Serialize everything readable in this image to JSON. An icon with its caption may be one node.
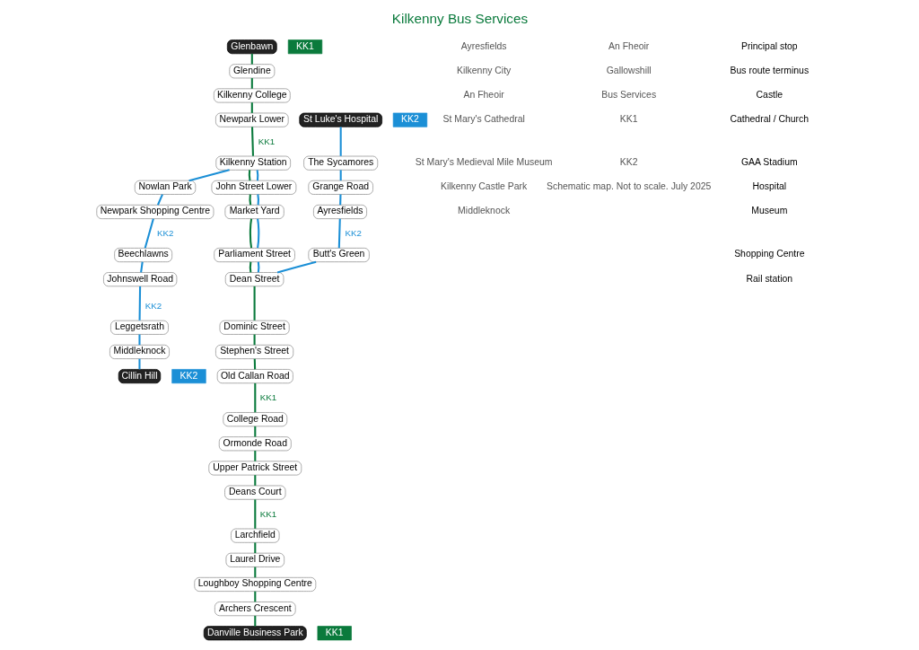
{
  "diagram": {
    "title": "Kilkenny Bus Services",
    "nodes": [
      {
        "text": [
          "Glenbawn"
        ],
        "beside": [
          "KK1"
        ]
      },
      {
        "text": [
          "Glendine"
        ]
      },
      {
        "text": [
          "Kilkenny College"
        ]
      },
      {
        "text": [
          "Newpark Lower"
        ]
      },
      {
        "text": [
          "Kilkenny Station"
        ]
      },
      {
        "text": [
          "John Street Lower"
        ]
      },
      {
        "text": [
          "Market Yard"
        ]
      },
      {
        "text": [
          "Parliament Street"
        ]
      },
      {
        "text": [
          "Dean Street"
        ]
      },
      {
        "text": [
          "Dominic Street"
        ]
      },
      {
        "text": [
          "Stephen's Street"
        ]
      },
      {
        "text": [
          "Old Callan Road"
        ]
      },
      {
        "text": [
          "College Road"
        ]
      },
      {
        "text": [
          "Ormonde Road"
        ]
      },
      {
        "text": [
          "Upper Patrick Street"
        ]
      },
      {
        "text": [
          "Deans Court"
        ]
      },
      {
        "text": [
          "Larchfield"
        ]
      },
      {
        "text": [
          "Laurel Drive"
        ]
      },
      {
        "text": [
          "Loughboy Shopping Centre"
        ]
      },
      {
        "text": [
          "Archers Crescent"
        ]
      },
      {
        "text": [
          "Danville Business Park"
        ],
        "beside": [
          "KK1"
        ]
      },
      {
        "text": [
          "St Luke's Hospital"
        ],
        "beside": [
          "KK2"
        ]
      },
      {
        "text": [
          "The Sycamores"
        ]
      },
      {
        "text": [
          "Grange Road"
        ]
      },
      {
        "text": [
          "Ayresfields"
        ]
      },
      {
        "text": [
          "Butt's Green"
        ]
      },
      {
        "text": [
          "Nowlan Park"
        ]
      },
      {
        "text": [
          "Newpark Shopping Centre"
        ]
      },
      {
        "text": [
          "Beechlawns"
        ]
      },
      {
        "text": [
          "Johnswell Road"
        ]
      },
      {
        "text": [
          "Leggetsrath"
        ]
      },
      {
        "text": [
          "Middleknock"
        ]
      },
      {
        "text": [
          "Cillin Hill"
        ],
        "beside": [
          "KK2"
        ]
      }
    ],
    "edges": [
      {
        "from": 0,
        "to": 1,
        "arrow": "none"
      },
      {
        "from": 1,
        "to": 2,
        "arrow": "none"
      },
      {
        "from": 2,
        "to": 3,
        "arrow": "none"
      },
      {
        "from": 3,
        "to": 4,
        "arrow": "none",
        "label": "KK1"
      },
      {
        "from": 4,
        "to": 5,
        "arrow": "none"
      },
      {
        "from": 5,
        "to": 6,
        "arrow": "none"
      },
      {
        "from": 6,
        "to": 7,
        "arrow": "none"
      },
      {
        "from": 7,
        "to": 8,
        "arrow": "none"
      },
      {
        "from": 8,
        "to": 9,
        "arrow": "none"
      },
      {
        "from": 9,
        "to": 10,
        "arrow": "none"
      },
      {
        "from": 10,
        "to": 11,
        "arrow": "none"
      },
      {
        "from": 11,
        "to": 12,
        "arrow": "none",
        "label": "KK1"
      },
      {
        "from": 12,
        "to": 13,
        "arrow": "none"
      },
      {
        "from": 13,
        "to": 14,
        "arrow": "none"
      },
      {
        "from": 14,
        "to": 15,
        "arrow": "none"
      },
      {
        "from": 15,
        "to": 16,
        "arrow": "none",
        "label": "KK1"
      },
      {
        "from": 16,
        "to": 17,
        "arrow": "none"
      },
      {
        "from": 17,
        "to": 18,
        "arrow": "none"
      },
      {
        "from": 18,
        "to": 19,
        "arrow": "none"
      },
      {
        "from": 19,
        "to": 20,
        "arrow": "none"
      },
      {
        "from": 21,
        "to": 22,
        "arrow": "none",
        "color": "#1b8fd6"
      },
      {
        "from": 22,
        "to": 23,
        "arrow": "none",
        "color": "#1b8fd6"
      },
      {
        "from": 23,
        "to": 24,
        "arrow": "none",
        "color": "#1b8fd6"
      },
      {
        "from": 24,
        "to": 25,
        "arrow": "none",
        "color": "#1b8fd6",
        "label": "KK2"
      },
      {
        "from": 25,
        "to": 8,
        "arrow": "none",
        "color": "#1b8fd6"
      },
      {
        "from": 8,
        "to": 7,
        "arrow": "none",
        "color": "#1b8fd6"
      },
      {
        "from": 7,
        "to": 6,
        "arrow": "none",
        "color": "#1b8fd6"
      },
      {
        "from": 6,
        "to": 5,
        "arrow": "none",
        "color": "#1b8fd6"
      },
      {
        "from": 5,
        "to": 4,
        "arrow": "none",
        "color": "#1b8fd6"
      },
      {
        "from": 4,
        "to": 26,
        "arrow": "none",
        "color": "#1b8fd6"
      },
      {
        "from": 26,
        "to": 27,
        "arrow": "none",
        "color": "#1b8fd6"
      },
      {
        "from": 27,
        "to": 28,
        "arrow": "none",
        "color": "#1b8fd6",
        "label": "KK2"
      },
      {
        "from": 28,
        "to": 29,
        "arrow": "none",
        "color": "#1b8fd6"
      },
      {
        "from": 29,
        "to": 30,
        "arrow": "none",
        "color": "#1b8fd6",
        "label": "KK2"
      },
      {
        "from": 30,
        "to": 31,
        "arrow": "none",
        "color": "#1b8fd6"
      },
      {
        "from": 31,
        "to": 32,
        "arrow": "none",
        "color": "#1b8fd6"
      }
    ],
    "labels": [
      "Ayresfields",
      "Kilkenny City",
      "An Fheoir",
      "St Mary's Cathedral",
      "St Mary's Medieval Mile Museum",
      "Kilkenny Castle Park",
      "Middleknock",
      "An Fheoir",
      "Gallowshill",
      "Bus Services",
      "KK1",
      "KK2",
      "Schematic map. Not to scale. July 2025"
    ],
    "legend": [
      {
        "text": "Principal stop"
      },
      {
        "text": "Bus route terminus"
      },
      {
        "text": "Castle"
      },
      {
        "text": "Cathedral / Church"
      },
      {
        "text": "GAA Stadium"
      },
      {
        "text": "Hospital"
      },
      {
        "text": "Museum"
      },
      {
        "text": "Shopping Centre"
      },
      {
        "text": "Rail station"
      }
    ]
  }
}
